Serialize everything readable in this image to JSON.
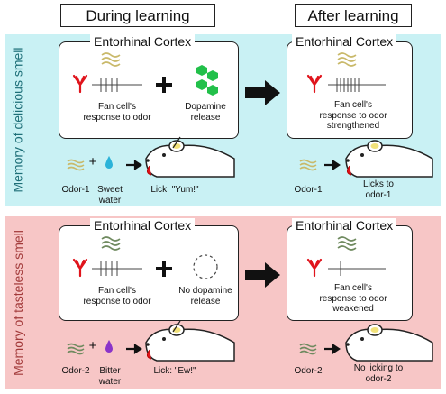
{
  "headers": {
    "during": "During learning",
    "after": "After learning"
  },
  "top": {
    "side_label": "Memory of delicious smell",
    "left_box_title": "Entorhinal Cortex",
    "right_box_title": "Entorhinal Cortex",
    "fan_cell_label": "Fan cell's response to odor",
    "dopamine_label": "Dopamine release",
    "after_fan_label": "Fan cell's response to odor strengthened",
    "odor_label": "Odor-1",
    "liquid_label": "Sweet water",
    "lick_label": "Lick: \"Yum!\"",
    "after_odor_label": "Odor-1",
    "after_lick_label": "Licks to odor-1"
  },
  "bottom": {
    "side_label": "Memory of tasteless smell",
    "left_box_title": "Entorhinal Cortex",
    "right_box_title": "Entorhinal Cortex",
    "fan_cell_label": "Fan cell's response to odor",
    "dopamine_label": "No dopamine release",
    "after_fan_label": "Fan cell's response to odor weakened",
    "odor_label": "Odor-2",
    "liquid_label": "Bitter water",
    "lick_label": "Lick: \"Ew!\"",
    "after_odor_label": "Odor-2",
    "after_lick_label": "No licking to odor-2"
  },
  "colors": {
    "top_panel": "#c9f1f4",
    "bottom_panel": "#f7c6c6",
    "neuron": "#e0141c",
    "dopamine": "#22c04a",
    "odor1": "#c9b96a",
    "odor2": "#6f8a5f",
    "sweet_water": "#2bb3d9",
    "bitter_water": "#8a34c9"
  },
  "icons": [
    "neuron-icon",
    "spike-train-icon",
    "plus-icon",
    "dopamine-hexagons-icon",
    "empty-circle-icon",
    "odor-wave-icon",
    "water-drop-icon",
    "arrow-icon",
    "mouse-icon"
  ]
}
